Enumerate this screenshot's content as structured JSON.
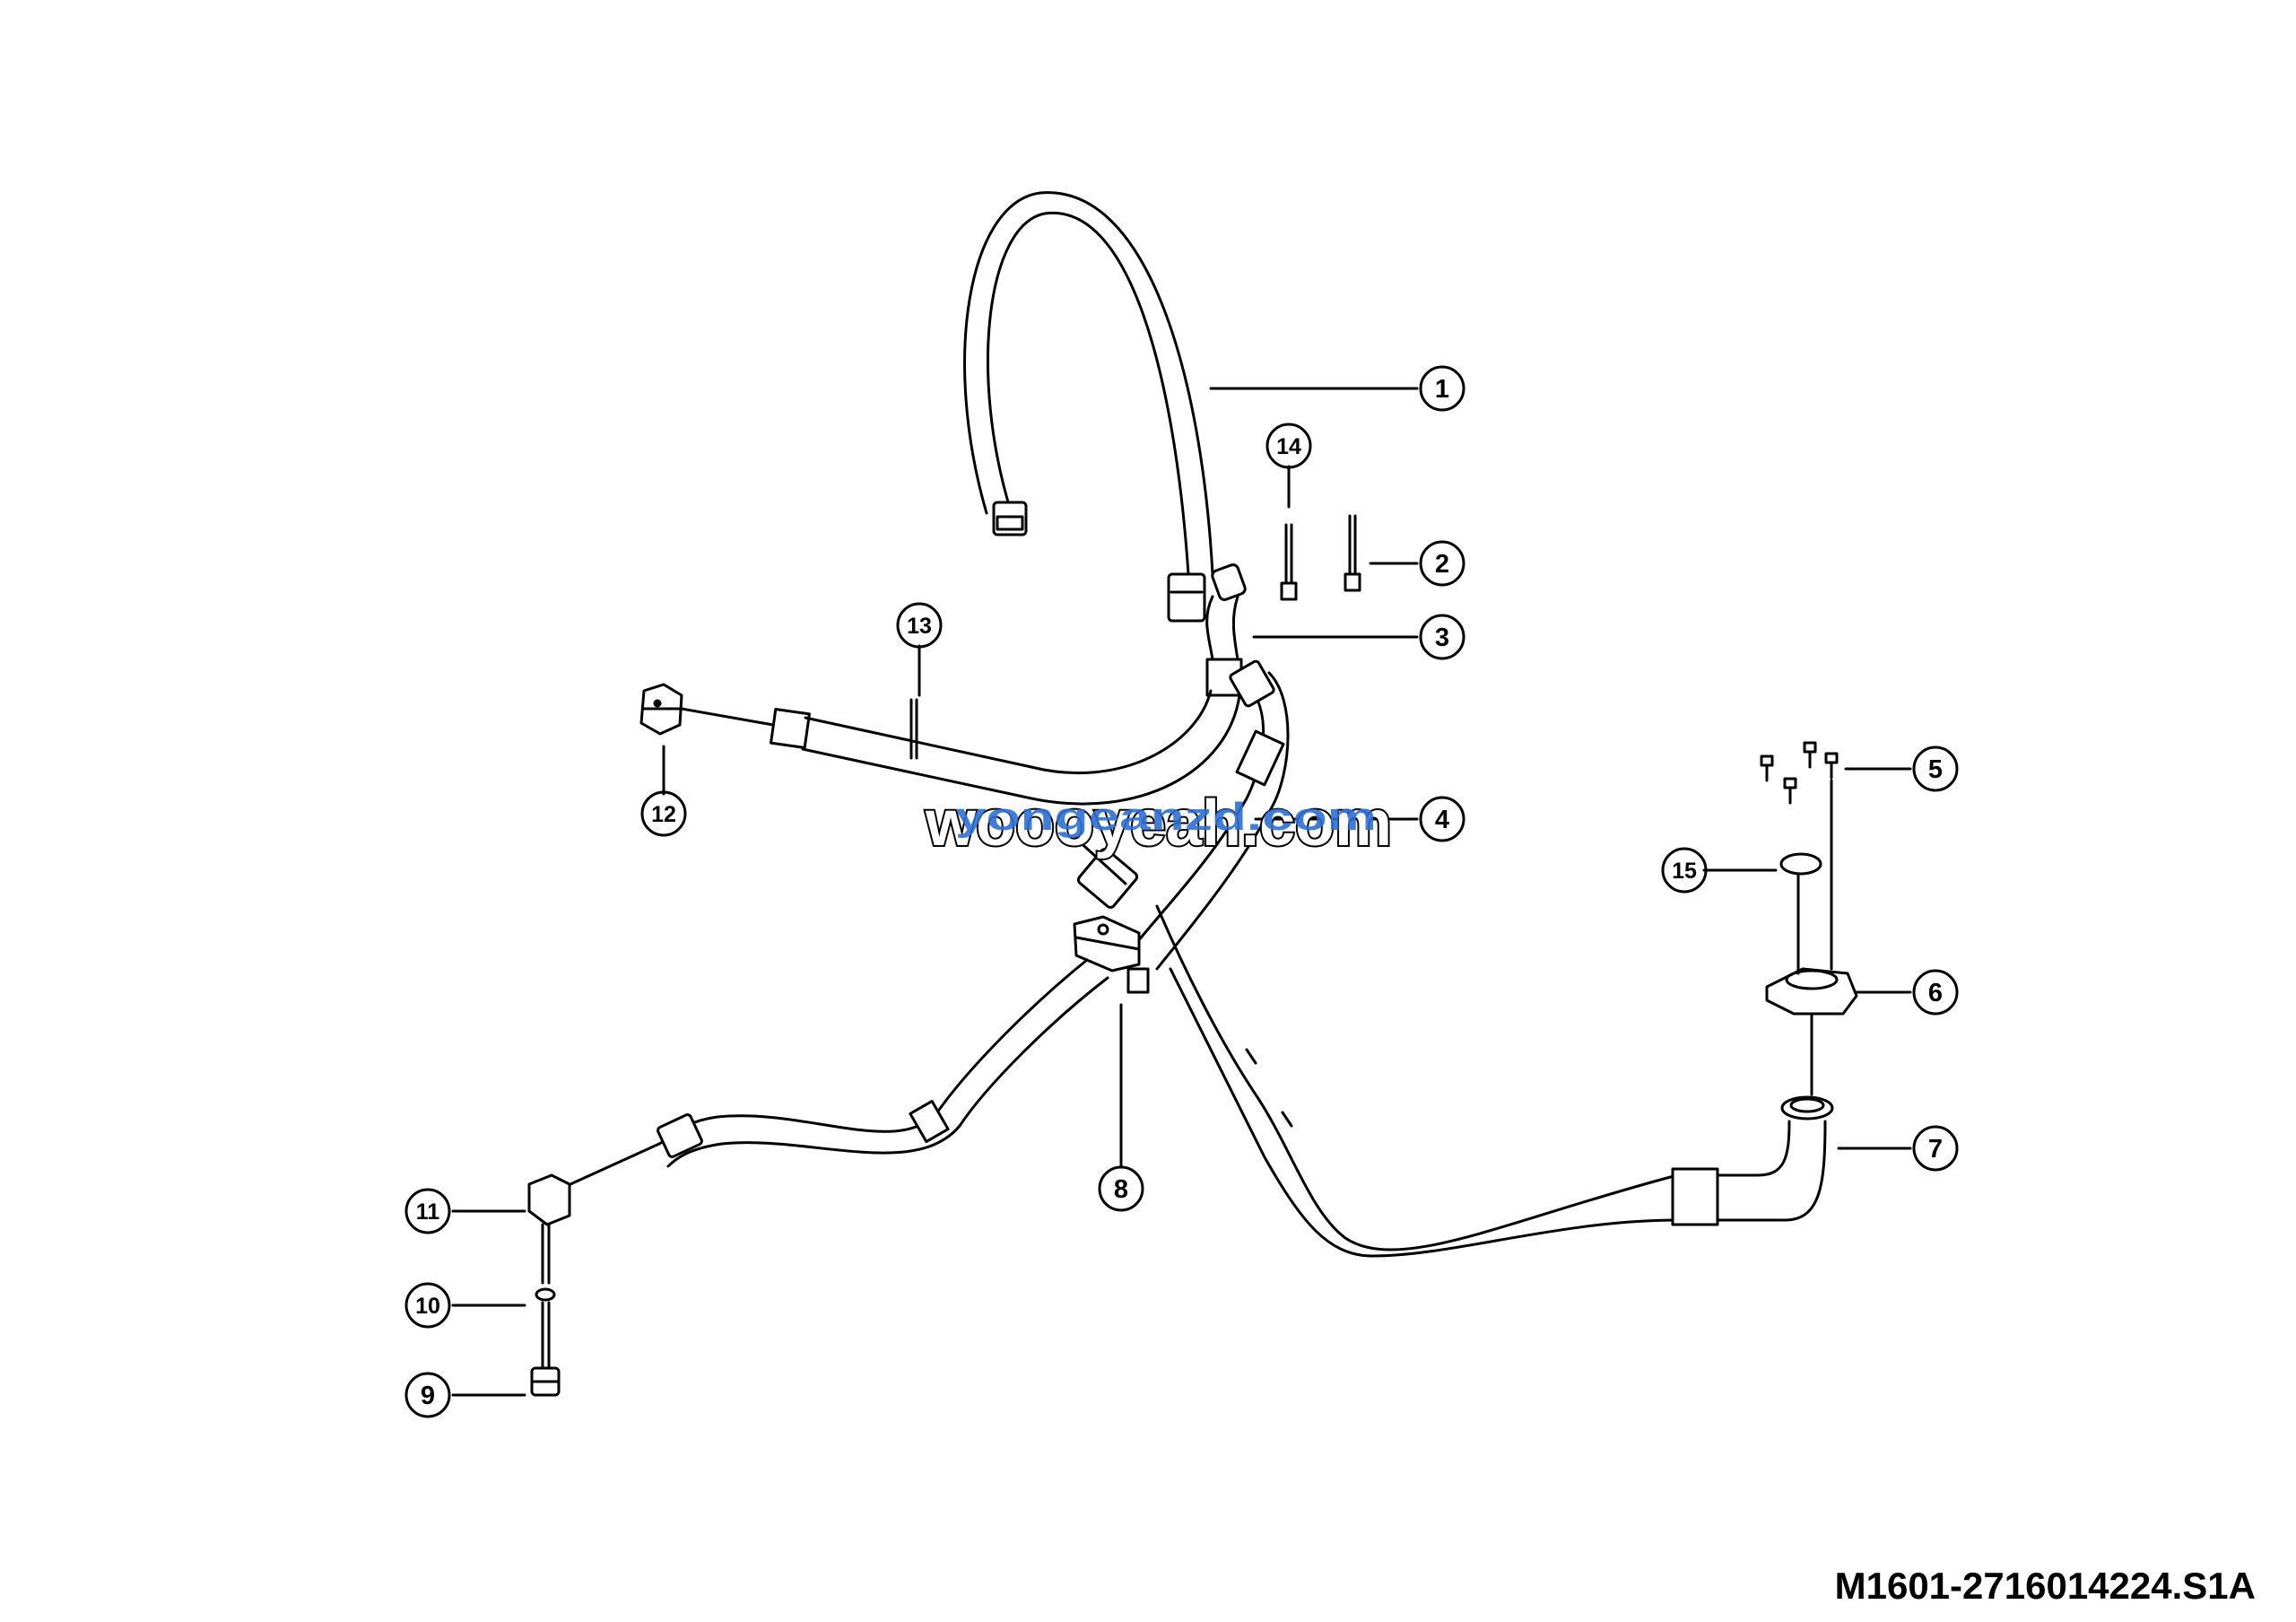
{
  "callouts": [
    {
      "id": "c1",
      "label": "1"
    },
    {
      "id": "c2",
      "label": "2"
    },
    {
      "id": "c3",
      "label": "3"
    },
    {
      "id": "c4",
      "label": "4"
    },
    {
      "id": "c5",
      "label": "5"
    },
    {
      "id": "c6",
      "label": "6"
    },
    {
      "id": "c7",
      "label": "7"
    },
    {
      "id": "c8",
      "label": "8"
    },
    {
      "id": "c9",
      "label": "9"
    },
    {
      "id": "c10",
      "label": "10"
    },
    {
      "id": "c11",
      "label": "11"
    },
    {
      "id": "c12",
      "label": "12"
    },
    {
      "id": "c13",
      "label": "13"
    },
    {
      "id": "c14",
      "label": "14"
    },
    {
      "id": "c15",
      "label": "15"
    }
  ],
  "watermark": {
    "main": "woooyeah.com",
    "overlay": "yongeanzd.com",
    "main_color": "#000000",
    "overlay_color": "#2f6fd6"
  },
  "drawing_code": "M1601-2716014224.S1A",
  "line_color": "#000000"
}
